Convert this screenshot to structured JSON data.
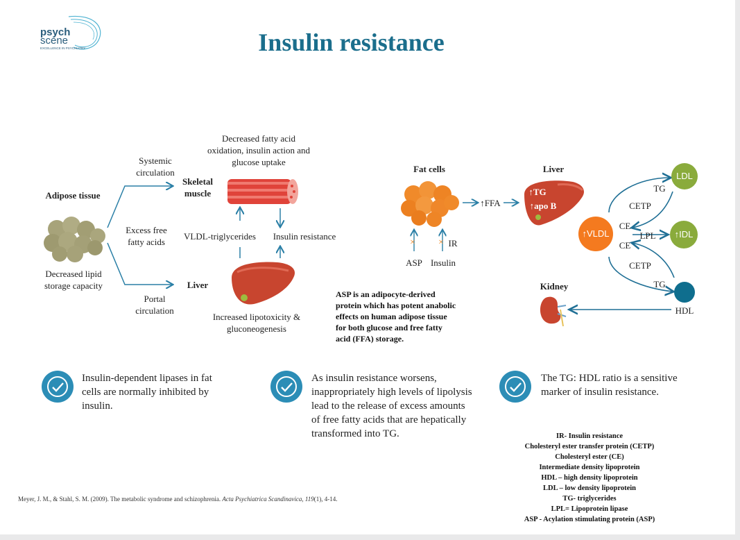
{
  "logo": {
    "line1": "psych",
    "line2": "scene",
    "tagline": "EXCELLENCE IN PSYCHIATRY"
  },
  "title": "Insulin resistance",
  "left_diagram": {
    "adipose_tissue": "Adipose tissue",
    "decreased_lipid": "Decreased lipid storage capacity",
    "systemic_circulation": "Systemic circulation",
    "excess_ffa": "Excess free fatty acids",
    "portal_circulation": "Portal circulation",
    "skeletal_muscle": "Skeletal muscle",
    "decreased_fatty_acid": "Decreased fatty acid oxidation, insulin action and glucose uptake",
    "vldl_triglycerides": "VLDL-triglycerides",
    "insulin_resistance": "Insulin resistance",
    "liver": "Liver",
    "increased_lipotoxicity": "Increased lipotoxicity & gluconeogenesis"
  },
  "right_diagram": {
    "fat_cells": "Fat cells",
    "asp": "ASP",
    "insulin": "Insulin",
    "ir": "IR",
    "ffa": "↑FFA",
    "liver": "Liver",
    "liver_tg": "↑TG",
    "liver_apob": "↑apo B",
    "vldl": "↑VLDL",
    "ldl": "LDL",
    "idl": "↑IDL",
    "hdl": "HDL",
    "tg_top": "TG",
    "cetp_top": "CETP",
    "ce_top": "CE",
    "lpl": "LPL",
    "ce_bottom": "CE",
    "cetp_bottom": "CETP",
    "tg_bottom": "TG",
    "kidney": "Kidney"
  },
  "asp_note": "ASP is an adipocyte-derived protein which has potent anabolic effects on human adipose tissue for both glucose and free fatty acid (FFA) storage.",
  "key_points": [
    {
      "text": "Insulin-dependent lipases in fat cells are normally inhibited by insulin."
    },
    {
      "text": "As insulin resistance worsens, inappropriately high levels of lipolysis lead to the release of excess amounts of free fatty acids that are hepatically transformed into TG."
    },
    {
      "text": "The TG: HDL ratio is a sensitive marker of insulin resistance."
    }
  ],
  "glossary": [
    "IR- Insulin resistance",
    "Cholesteryl ester transfer protein (CETP)",
    "Cholesteryl ester (CE)",
    "Intermediate density lipoprotein",
    "HDL – high density lipoprotein",
    "LDL – low density lipoprotein",
    "TG- triglycerides",
    "LPL= Lipoprotein lipase",
    "ASP - Acylation stimulating protein (ASP)"
  ],
  "reference": {
    "authors": "Meyer, J. M., & Stahl, S. M. (2009). The metabolic syndrome and schizophrenia.",
    "journal": "Acta Psychiatrica Scandinavica",
    "volume": "119",
    "pages": "(1), 4-14."
  },
  "colors": {
    "title": "#1b6e8c",
    "arrow": "#2a7fa6",
    "vldl": "#f47a1f",
    "idl_ldl": "#8aab3c",
    "hdl": "#0f6e8e",
    "check": "#2c8db6",
    "liver": "#c8452f",
    "muscle": "#e0433a",
    "fat": "#f08a2a",
    "adipose": "#a7a37a"
  }
}
